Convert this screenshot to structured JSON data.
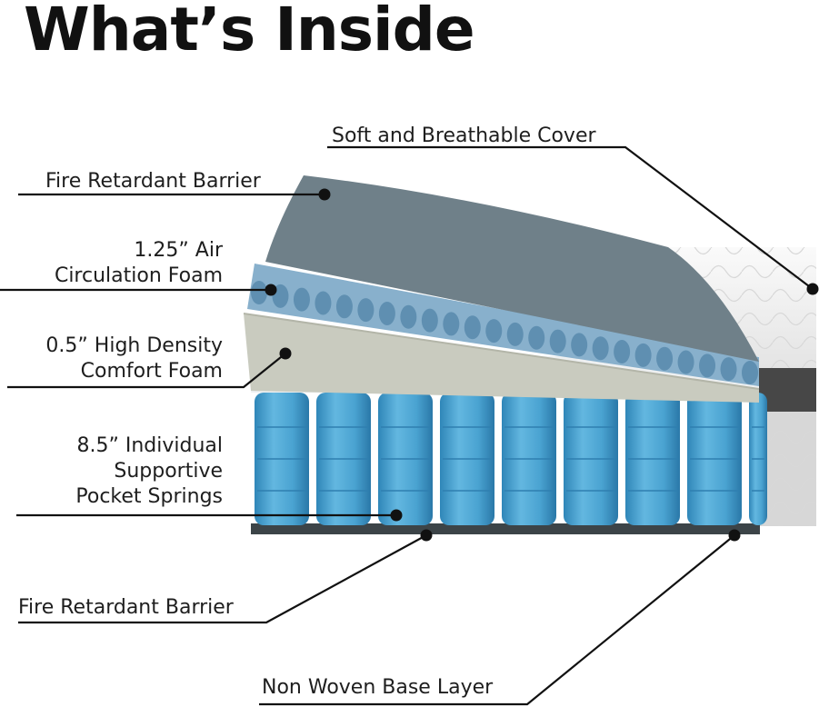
{
  "title": "What’s Inside",
  "layers": [
    {
      "id": "cover",
      "lines": [
        "Soft and Breathable Cover"
      ]
    },
    {
      "id": "fire-barrier-top",
      "lines": [
        "Fire Retardant Barrier"
      ]
    },
    {
      "id": "air-foam",
      "lines": [
        "1.25” Air",
        "Circulation Foam"
      ]
    },
    {
      "id": "comfort-foam",
      "lines": [
        "0.5” High Density",
        "Comfort Foam"
      ]
    },
    {
      "id": "springs",
      "lines": [
        "8.5” Individual",
        "Supportive",
        "Pocket Springs"
      ]
    },
    {
      "id": "fire-barrier-bottom",
      "lines": [
        "Fire Retardant Barrier"
      ]
    },
    {
      "id": "base-layer",
      "lines": [
        "Non Woven Base Layer"
      ]
    }
  ],
  "colors": {
    "barrier": "#6f8089",
    "air_foam": "#88b0cc",
    "comfort_foam": "#c9cbbf",
    "spring": "#4aa3d1",
    "cover": "#f1f1f1",
    "side_band": "#4a4a4a",
    "leader": "#111111"
  }
}
